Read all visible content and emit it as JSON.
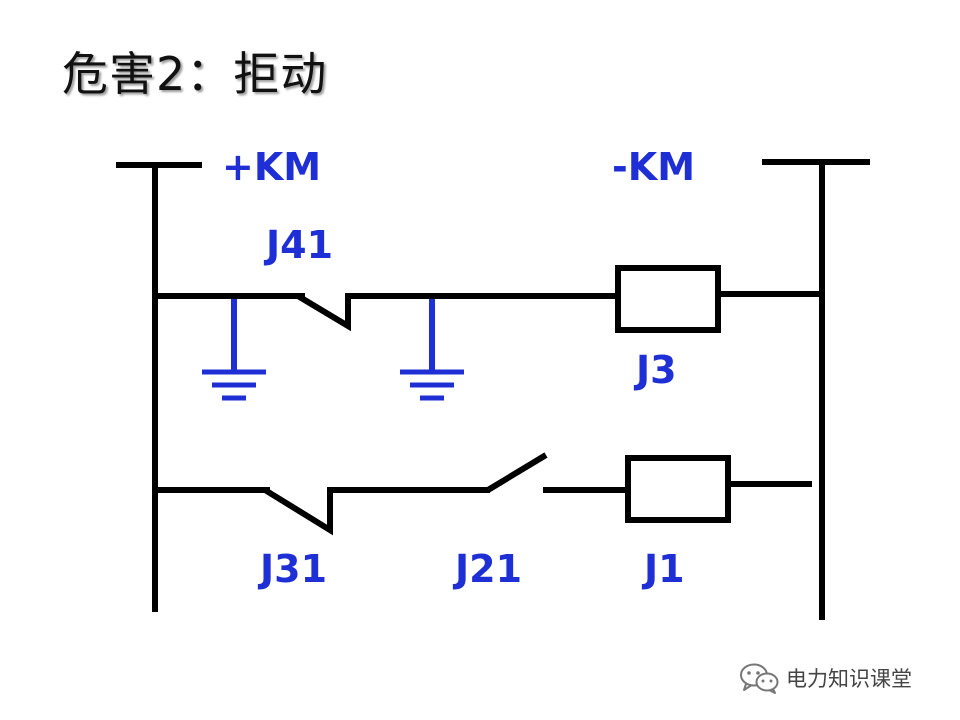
{
  "title": "危害2：拒动",
  "diagram": {
    "bus_positive_label": "+KM",
    "bus_negative_label": "-KM",
    "contacts": [
      {
        "label": "J41",
        "kind": "normally-closed"
      },
      {
        "label": "J31",
        "kind": "normally-closed"
      },
      {
        "label": "J21",
        "kind": "normally-open"
      }
    ],
    "coils": [
      {
        "label": "J3"
      },
      {
        "label": "J1"
      }
    ],
    "colors": {
      "wire": "#000000",
      "label": "#1f2fd6",
      "ground": "#1f2fd6"
    }
  },
  "watermark": {
    "icon": "wechat-icon",
    "text": "电力知识课堂"
  }
}
